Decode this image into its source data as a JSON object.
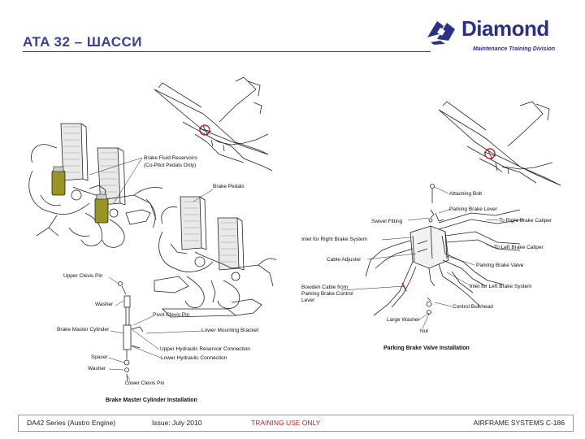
{
  "header": {
    "title": "ATA 32 – ШАССИ",
    "logo_text": "Diamond",
    "logo_subtitle": "Maintenance Training Division"
  },
  "left_diagram": {
    "caption": "Brake Master Cylinder Installation",
    "labels": {
      "brake_fluid_reservoirs": "Brake Fluid Reservoirs",
      "co_pilot_pedals_only": "(Co-Pilot Pedals Only)",
      "brake_pedals": "Brake Pedals",
      "upper_clevis_pin": "Upper Clevis Pin",
      "washer_1": "Washer",
      "pivot_clevis_pin": "Pivot Clevis Pin",
      "brake_master_cylinder": "Brake Master Cylinder",
      "lower_mounting_bracket": "Lower Mounting Bracket",
      "upper_hydraulic_reservoir_connection": "Upper Hydraulic Reservoir Connection",
      "spacer": "Spacer",
      "lower_hydraulic_connection": "Lower Hydraulic Connection",
      "washer_2": "Washer",
      "lower_clevis_pin": "Lower Clevis Pin"
    }
  },
  "right_diagram": {
    "caption": "Parking Brake Valve Installation",
    "labels": {
      "attaching_bolt": "Attaching Bolt",
      "parking_brake_lever": "Parking Brake Lever",
      "swivel_fitting": "Swivel Fitting",
      "to_right_brake_caliper": "To Right Brake Caliper",
      "inlet_for_right_brake_system": "Inlet for Right Brake System",
      "to_left_brake_caliper": "To Left Brake Caliper",
      "cable_adjuster": "Cable Adjuster",
      "parking_brake_valve": "Parking Brake Valve",
      "bowden_cable_line1": "Bowden Cable from",
      "bowden_cable_line2": "Parking Brake Control",
      "bowden_cable_line3": "Lever",
      "inlet_for_left_brake_system": "Inlet for Left Brake System",
      "control_bulkhead": "Control Bulkhead",
      "large_washer": "Large Washer",
      "nut": "Nut"
    }
  },
  "footer": {
    "series": "DA42 Series (Austro Engine)",
    "issue": "Issue: July 2010",
    "training": "TRAINING USE ONLY",
    "page": "AIRFRAME SYSTEMS C-186"
  },
  "colors": {
    "title": "#3a3f9a",
    "brand": "#2c2f86",
    "training": "#d42020",
    "reservoir": "#9a9520",
    "highlight_circle": "#d42020"
  }
}
